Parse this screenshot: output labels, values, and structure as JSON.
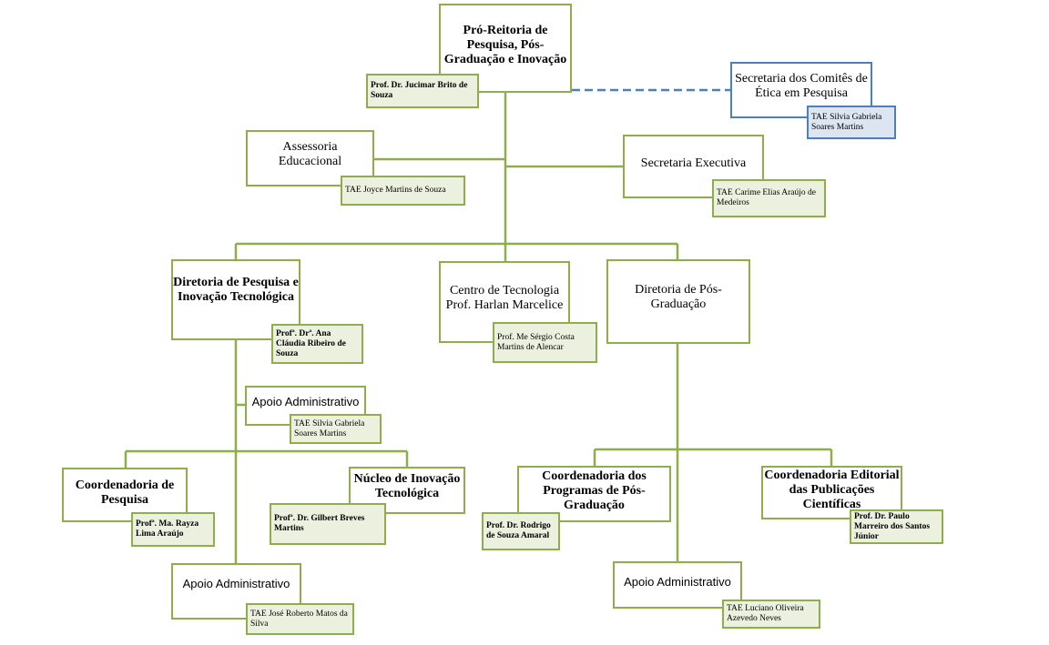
{
  "colors": {
    "green_border": "#8fad4a",
    "green_fill": "#ebf1de",
    "blue_border": "#4f7fb9",
    "blue_fill": "#dce6f2",
    "dashed_link": "#4f7fb9"
  },
  "nodes": {
    "proreitoria": {
      "title": "Pró-Reitoria de Pesquisa, Pós-Graduação e Inovação",
      "person": "Prof. Dr. Jucimar Brito de Souza"
    },
    "comites_etica": {
      "title": "Secretaria dos Comitês de Ética em Pesquisa",
      "person": "TAE Silvia Gabriela Soares Martins"
    },
    "assessoria": {
      "title": "Assessoria Educacional",
      "person": "TAE Joyce Martins de Souza"
    },
    "secretaria_exec": {
      "title": "Secretaria Executiva",
      "person": "TAE Carime Elias Araújo de Medeiros"
    },
    "diretoria_pesquisa": {
      "title": "Diretoria de Pesquisa e Inovação Tecnológica",
      "person": "Profª. Drª. Ana Cláudia Ribeiro de Souza"
    },
    "centro_tecnologia": {
      "title": "Centro de Tecnologia Prof. Harlan Marcelice",
      "person": "Prof. Me Sérgio Costa Martins de Alencar"
    },
    "diretoria_pos": {
      "title": "Diretoria de Pós-Graduação",
      "person": ""
    },
    "apoio_adm_1": {
      "title": "Apoio Administrativo",
      "person": "TAE Silvia Gabriela Soares Martins"
    },
    "coord_pesquisa": {
      "title": "Coordenadoria de Pesquisa",
      "person": "Profª. Ma. Rayza Lima Araújo"
    },
    "nucleo_inovacao": {
      "title": "Núcleo de Inovação Tecnológica",
      "person": "Profª. Dr. Gilbert Breves Martins"
    },
    "apoio_adm_2": {
      "title": "Apoio Administrativo",
      "person": "TAE José Roberto Matos da Silva"
    },
    "coord_programas": {
      "title": "Coordenadoria dos Programas de Pós-Graduação",
      "person": "Prof. Dr. Rodrigo de Souza Amaral"
    },
    "coord_editorial": {
      "title": "Coordenadoria Editorial das Publicações Científicas",
      "person": "Prof. Dr. Paulo Marreiro dos Santos Júnior"
    },
    "apoio_adm_3": {
      "title": "Apoio Administrativo",
      "person": "TAE Luciano Oliveira Azevedo Neves"
    }
  }
}
